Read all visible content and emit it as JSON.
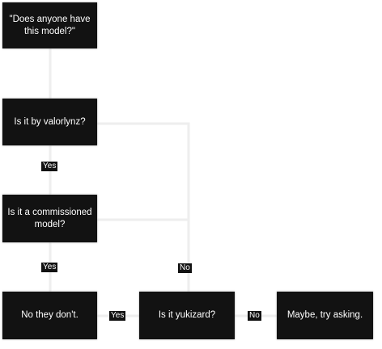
{
  "nodes": {
    "q_anyone": "\"Does anyone have this model?\"",
    "q_valorlynz": "Is it by valorlynz?",
    "q_commissioned": "Is it a commissioned model?",
    "a_no_they_dont": "No they don't.",
    "q_yukizard": "Is it yukizard?",
    "a_maybe": "Maybe, try asking."
  },
  "edge_labels": {
    "valorlynz_yes": "Yes",
    "commissioned_yes": "Yes",
    "no_branch": "No",
    "yukizard_yes": "Yes",
    "yukizard_no": "No"
  },
  "colors": {
    "node_fill": "#121212",
    "node_text": "#ffffff",
    "edge_line": "#eeeeee"
  }
}
